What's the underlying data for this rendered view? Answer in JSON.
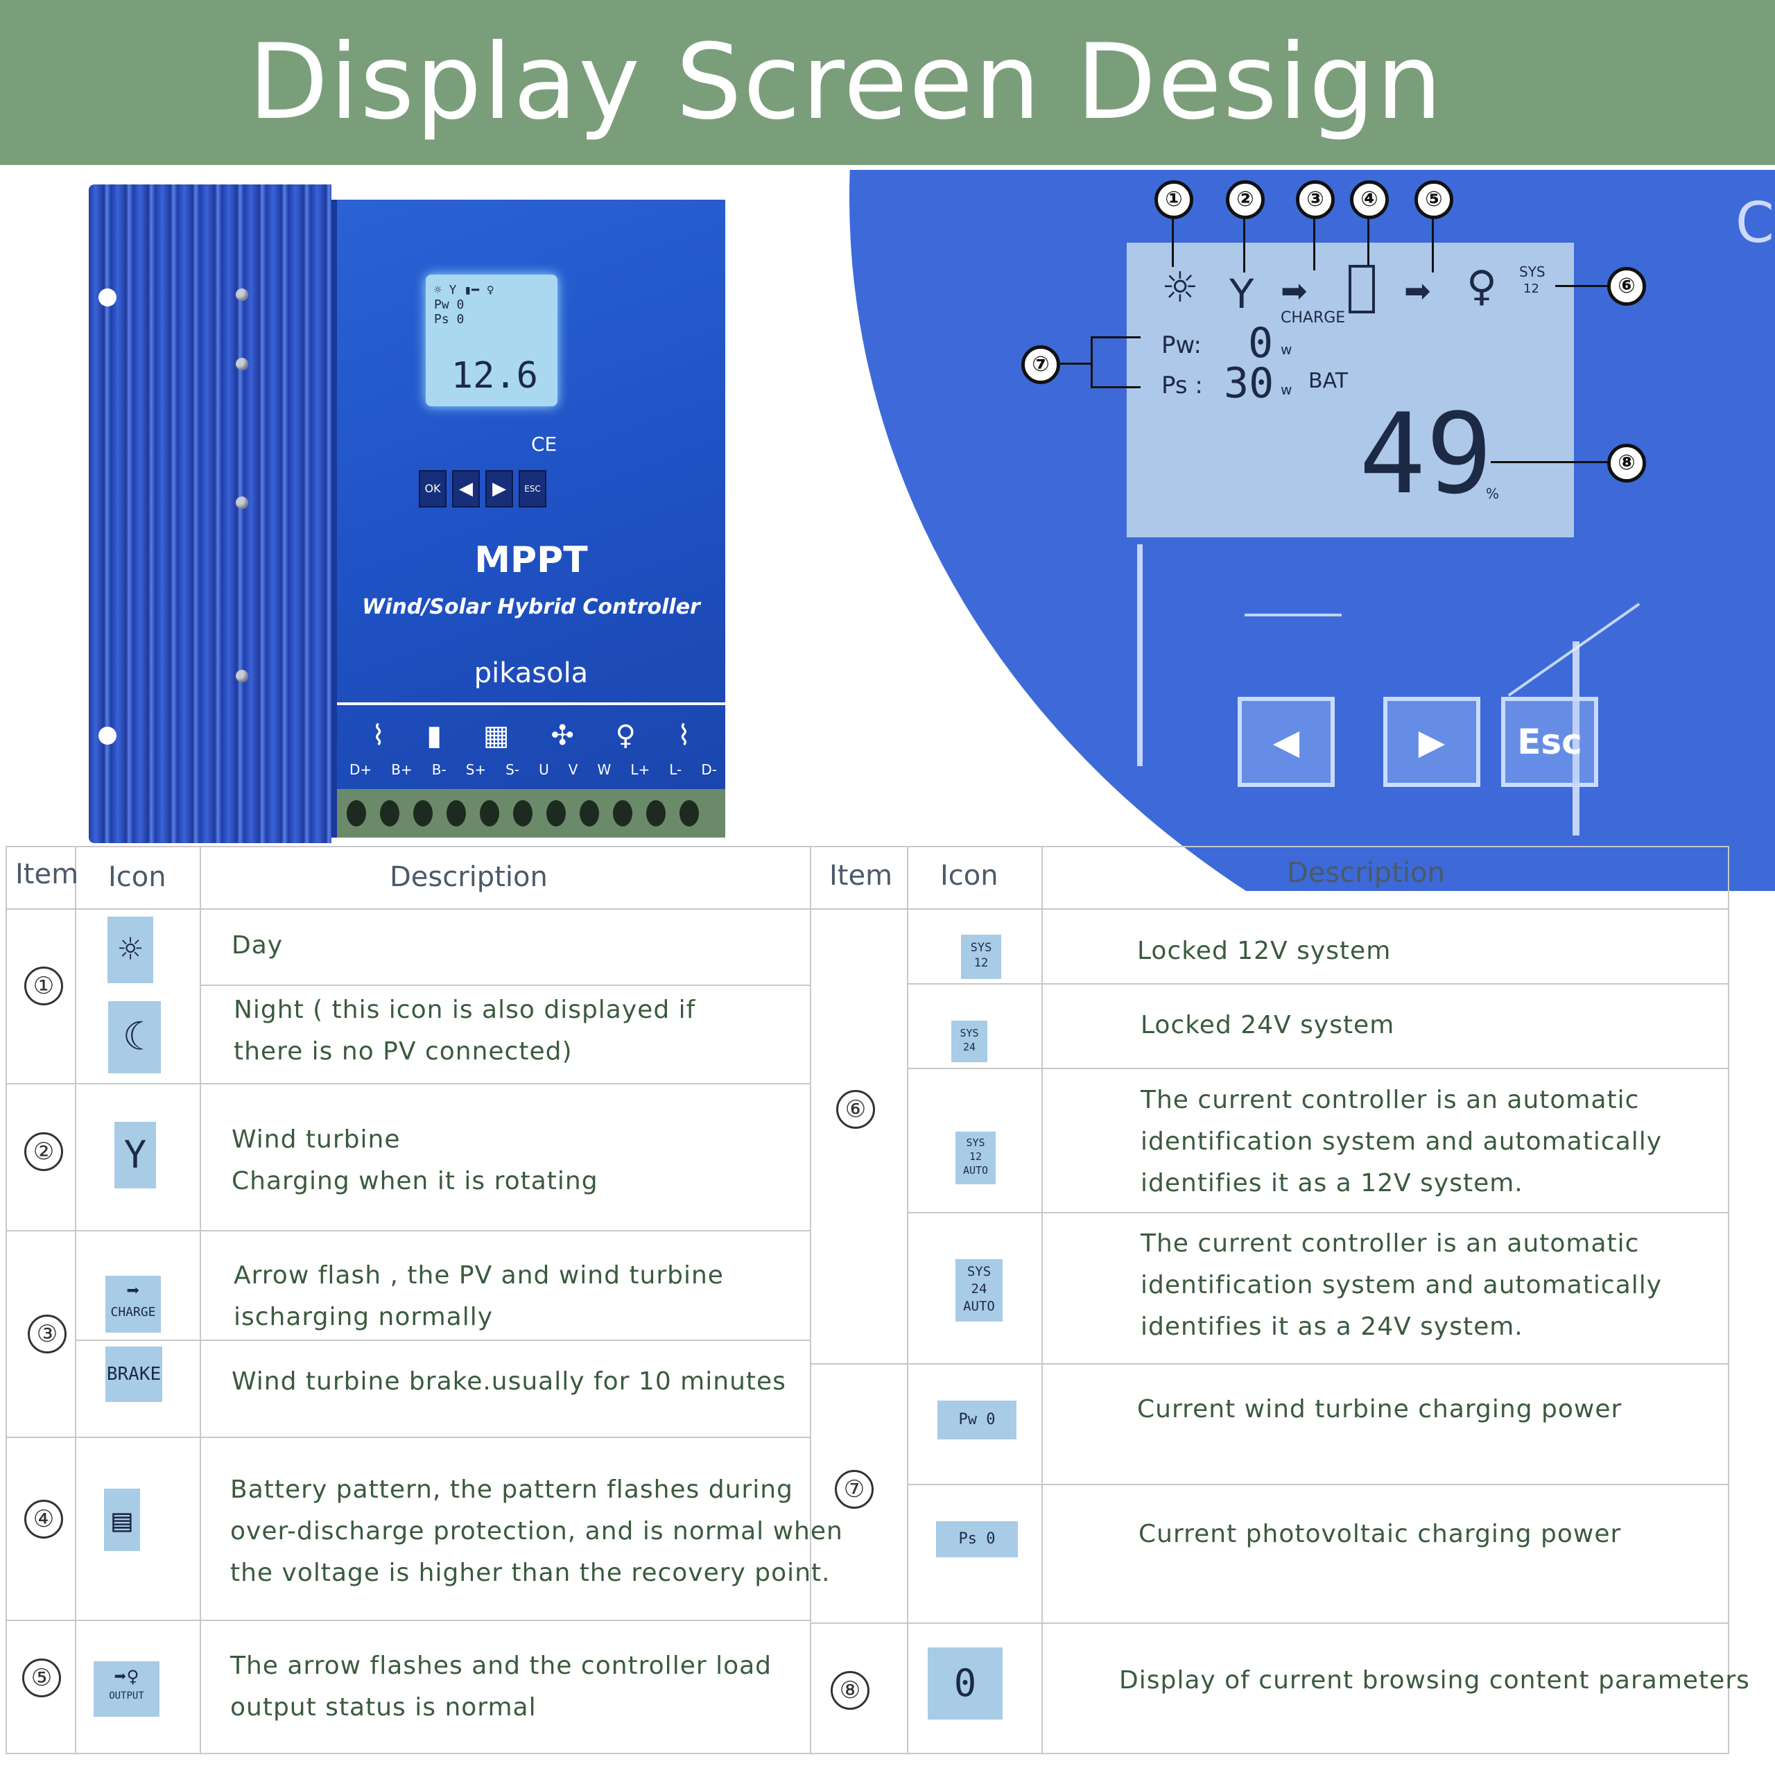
{
  "header": {
    "title": "Display Screen Design"
  },
  "colors": {
    "header_bg": "#7a9e7a",
    "device_blue": "#2b62d6",
    "lcd_bg": "#aec8ea",
    "text_green": "#3a5a3e"
  },
  "device": {
    "lcd_value": "12.6",
    "lcd_labels": [
      "Pw",
      "Ps"
    ],
    "ce_mark": "CE",
    "buttons": [
      "OK",
      "◀",
      "▶",
      "ESC"
    ],
    "model": "MPPT",
    "subtitle": "Wind/Solar Hybrid Controller",
    "brand": "pikasola",
    "terminals": [
      "D+",
      "B+",
      "B-",
      "S+",
      "S-",
      "U",
      "V",
      "W",
      "L+",
      "L-",
      "D-"
    ]
  },
  "lcd_detail": {
    "callouts": [
      "①",
      "②",
      "③",
      "④",
      "⑤",
      "⑥",
      "⑦",
      "⑧"
    ],
    "sys_label": "SYS",
    "sys_value": "12",
    "charge_label": "CHARGE",
    "pw_label": "Pw:",
    "pw_value": "0",
    "pw_unit": "w",
    "ps_label": "Ps :",
    "ps_value": "30",
    "ps_unit": "w",
    "bat_label": "BAT",
    "main_value": "49",
    "main_unit": "%",
    "ce_mark": "CE",
    "esc_label": "Esc"
  },
  "table": {
    "headers": {
      "item": "Item",
      "icon": "Icon",
      "description": "Description"
    },
    "left": [
      {
        "num": "①",
        "desc": "Day"
      },
      {
        "desc": "Night ( this icon is also displayed if\nthere is no PV connected)"
      },
      {
        "num": "②",
        "desc": "Wind turbine\nCharging when it is rotating"
      },
      {
        "num": "③",
        "desc": "Arrow flash , the PV and wind turbine\nischarging normally",
        "icon_text": "CHARGE"
      },
      {
        "desc": "Wind turbine brake.usually for 10 minutes",
        "icon_text": "BRAKE"
      },
      {
        "num": "④",
        "desc": "Battery pattern, the pattern flashes during\nover-discharge protection, and is normal when\nthe voltage is higher than the recovery point."
      },
      {
        "num": "⑤",
        "desc": "The arrow flashes and the controller load\n output status is normal",
        "icon_text": "OUTPUT"
      }
    ],
    "right": [
      {
        "num": "⑥",
        "desc": "Locked 12V system",
        "icon_text": "SYS\n12"
      },
      {
        "desc": "Locked 24V system",
        "icon_text": "SYS\n24"
      },
      {
        "desc": "The current controller is an automatic\nidentification system and automatically\nidentifies it as a 12V system.",
        "icon_text": "SYS\n12\nAUTO"
      },
      {
        "desc": "The current controller is an automatic\nidentification system and automatically\nidentifies it as a 24V system.",
        "icon_text": "SYS\n24\nAUTO"
      },
      {
        "num": "⑦",
        "desc": "Current wind turbine charging power",
        "icon_text": "Pw 0"
      },
      {
        "desc": "Current photovoltaic charging power",
        "icon_text": "Ps 0"
      },
      {
        "num": "⑧",
        "desc": "Display of current browsing content parameters",
        "icon_text": "0"
      }
    ]
  }
}
